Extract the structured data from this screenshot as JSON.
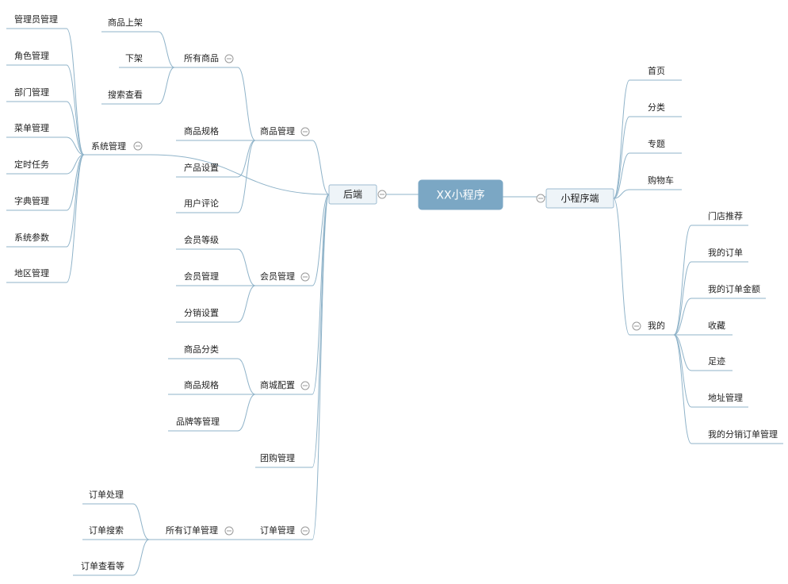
{
  "colors": {
    "line": "#8fb3c9",
    "root_fill": "#7ba7c4",
    "box_fill": "#eef4f8",
    "box_stroke": "#9dbbd0",
    "collapse_stroke": "#999999"
  },
  "mindmap": {
    "root": {
      "label": "XX小程序"
    },
    "backend": {
      "label": "后端",
      "system": {
        "label": "系统管理",
        "children": [
          "管理员管理",
          "角色管理",
          "部门管理",
          "菜单管理",
          "定时任务",
          "字典管理",
          "系统参数",
          "地区管理"
        ]
      },
      "goods": {
        "label": "商品管理",
        "all_goods": {
          "label": "所有商品",
          "children": [
            "商品上架",
            "下架",
            "搜索查看"
          ]
        },
        "children": [
          "商品规格",
          "产品设置",
          "用户评论"
        ]
      },
      "member": {
        "label": "会员管理",
        "children": [
          "会员等级",
          "会员管理",
          "分销设置"
        ]
      },
      "mall": {
        "label": "商城配置",
        "children": [
          "商品分类",
          "商品规格",
          "品牌等管理"
        ]
      },
      "group": {
        "label": "团购管理"
      },
      "order": {
        "label": "订单管理",
        "all_orders": {
          "label": "所有订单管理",
          "children": [
            "订单处理",
            "订单搜索",
            "订单查看等"
          ]
        }
      }
    },
    "miniapp": {
      "label": "小程序端",
      "children": [
        "首页",
        "分类",
        "专题",
        "购物车"
      ],
      "mine": {
        "label": "我的",
        "children": [
          "门店推荐",
          "我的订单",
          "我的订单金额",
          "收藏",
          "足迹",
          "地址管理",
          "我的分销订单管理"
        ]
      }
    }
  }
}
